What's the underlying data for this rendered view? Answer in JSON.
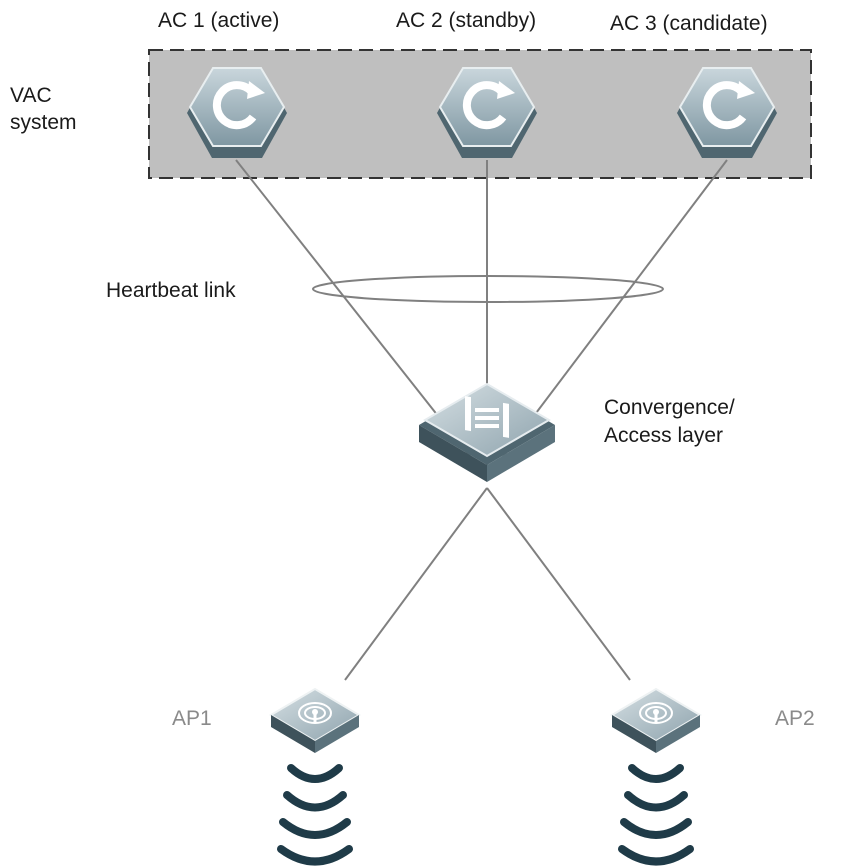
{
  "labels": {
    "ac1": "AC 1 (active)",
    "ac2": "AC 2 (standby)",
    "ac3": "AC 3 (candidate)",
    "vac_line1": "VAC",
    "vac_line2": "system",
    "heartbeat": "Heartbeat link",
    "conv_line1": "Convergence/",
    "conv_line2": "Access layer",
    "ap1": "AP1",
    "ap2": "AP2"
  },
  "nodes": [
    {
      "id": "ac1",
      "type": "access-controller",
      "icon": "ac-hexagon-icon"
    },
    {
      "id": "ac2",
      "type": "access-controller",
      "icon": "ac-hexagon-icon"
    },
    {
      "id": "ac3",
      "type": "access-controller",
      "icon": "ac-hexagon-icon"
    },
    {
      "id": "switch",
      "type": "convergence-switch",
      "icon": "switch-icon"
    },
    {
      "id": "ap1",
      "type": "access-point",
      "icon": "access-point-icon"
    },
    {
      "id": "ap2",
      "type": "access-point",
      "icon": "access-point-icon"
    }
  ],
  "links": [
    {
      "from": "ac1",
      "to": "switch"
    },
    {
      "from": "ac2",
      "to": "switch"
    },
    {
      "from": "ac3",
      "to": "switch"
    },
    {
      "from": "switch",
      "to": "ap1"
    },
    {
      "from": "switch",
      "to": "ap2"
    }
  ],
  "colors": {
    "vac_box_fill": "#bfbfbf",
    "device_fill": "#8fa4ae",
    "device_dark": "#4f6670",
    "wifi_wave": "#1f3b48",
    "link": "#808080"
  }
}
